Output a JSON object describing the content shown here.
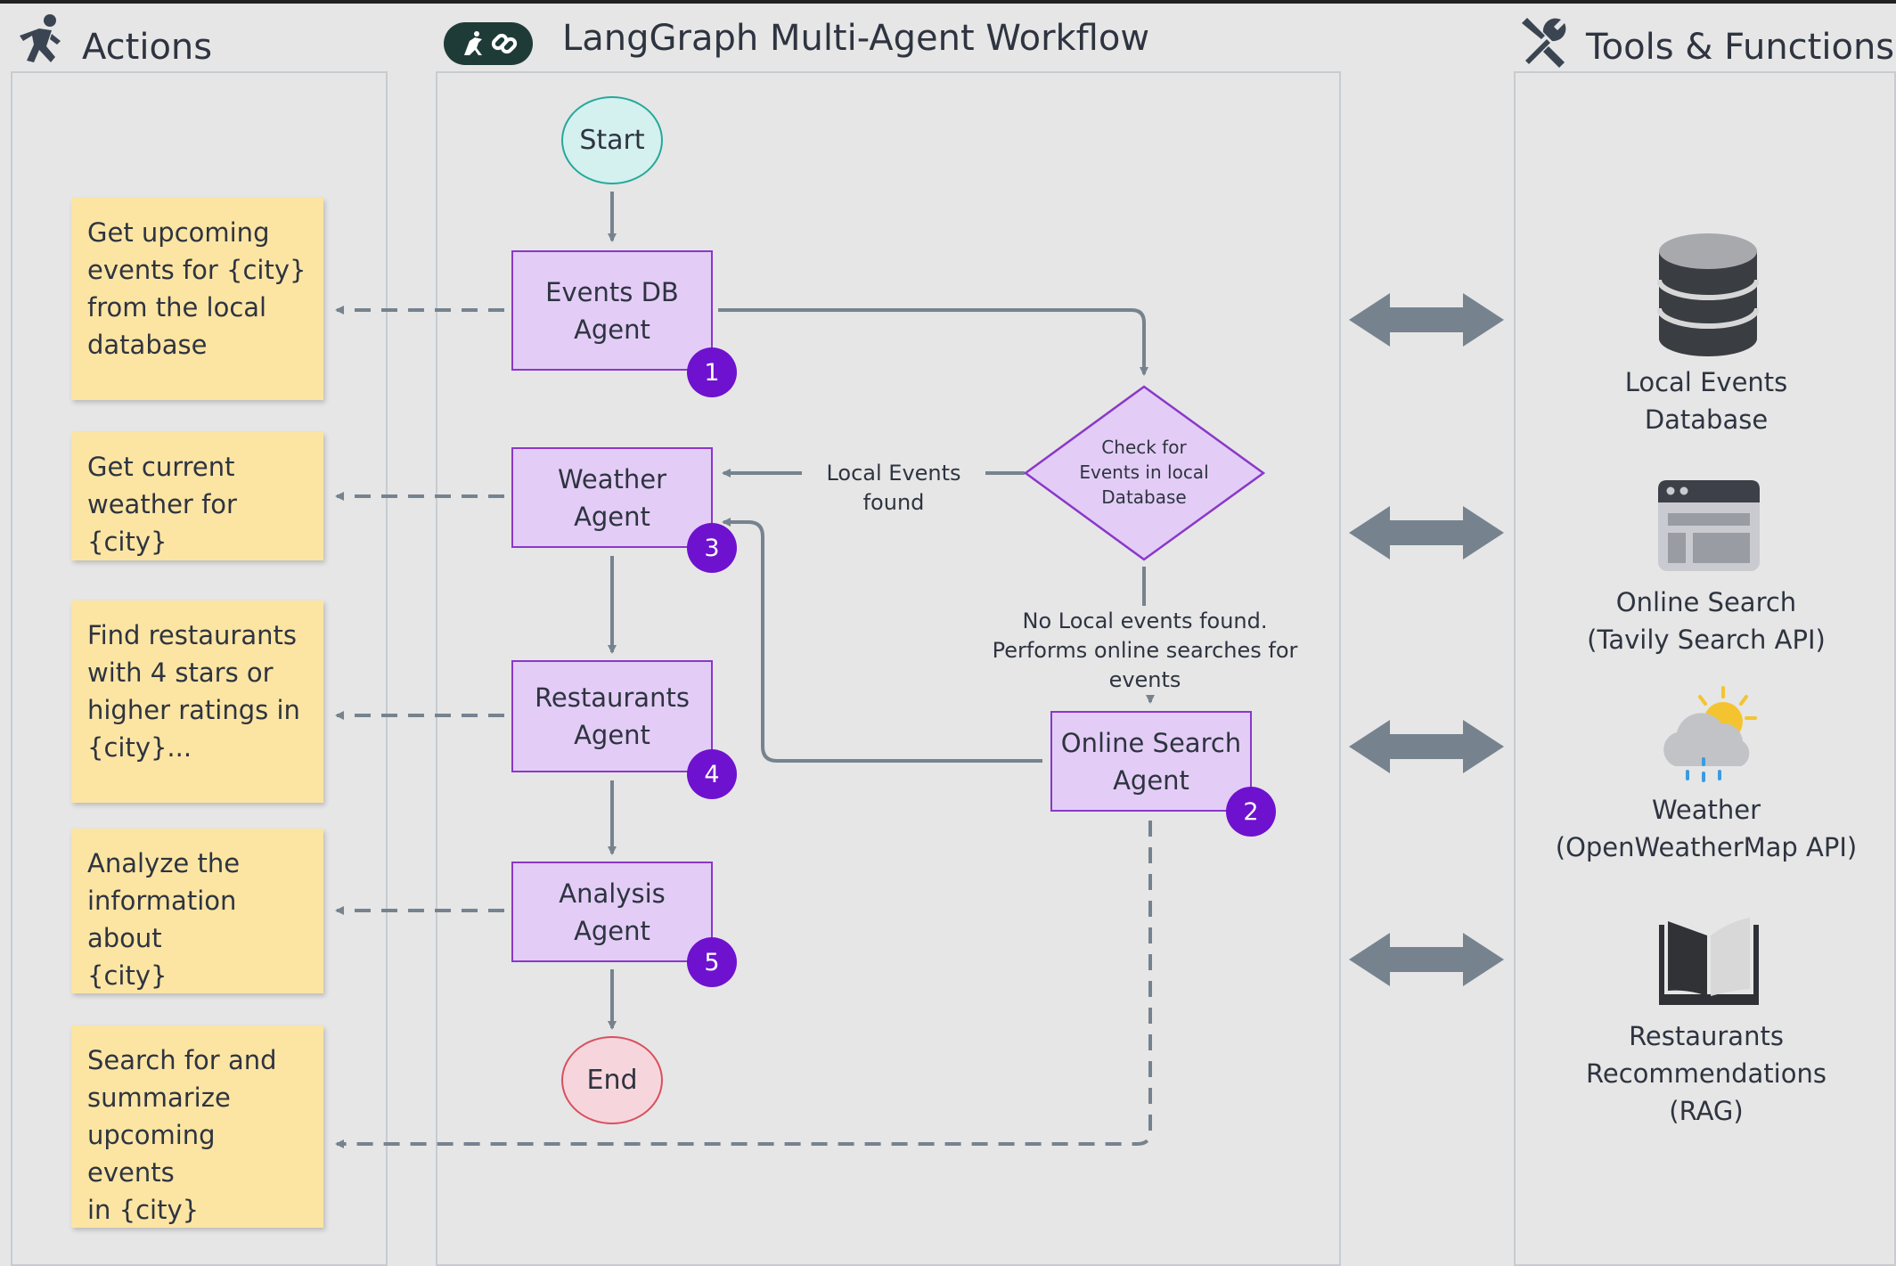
{
  "headers": {
    "actions": "Actions",
    "workflow": "LangGraph Multi-Agent Workflow",
    "tools": "Tools & Functions"
  },
  "actions": [
    "Get upcoming\nevents for {city}\nfrom the local\ndatabase",
    "Get current\nweather for {city}",
    "Find restaurants\nwith 4 stars or\nhigher ratings in\n{city}...",
    "Analyze the\ninformation about\n{city}",
    "Search for and\nsummarize\nupcoming events\nin {city}"
  ],
  "workflow": {
    "start": "Start",
    "end": "End",
    "agents": {
      "events_db": {
        "label": "Events DB\nAgent",
        "badge": "1"
      },
      "online_search": {
        "label": "Online Search\nAgent",
        "badge": "2"
      },
      "weather": {
        "label": "Weather\nAgent",
        "badge": "3"
      },
      "restaurants": {
        "label": "Restaurants\nAgent",
        "badge": "4"
      },
      "analysis": {
        "label": "Analysis\nAgent",
        "badge": "5"
      }
    },
    "decision": "Check for\nEvents in local\nDatabase",
    "edge_found": "Local Events found",
    "edge_not_found": "No Local events found.\nPerforms online searches for events"
  },
  "tools": [
    {
      "label": "Local Events\nDatabase",
      "icon": "database-icon"
    },
    {
      "label": "Online Search\n(Tavily Search API)",
      "icon": "browser-window-icon"
    },
    {
      "label": "Weather\n(OpenWeatherMap API)",
      "icon": "weather-cloud-sun-rain-icon"
    },
    {
      "label": "Restaurants\nRecommendations\n(RAG)",
      "icon": "open-book-icon"
    }
  ],
  "colors": {
    "note": "#fce5a3",
    "agent_fill": "#e3cdf6",
    "agent_border": "#8a38c9",
    "badge": "#6e12cf",
    "start_fill": "#d4f0ef",
    "start_border": "#25a99b",
    "end_fill": "#f6d6dc",
    "end_border": "#d9505e",
    "connector": "#76838f"
  }
}
